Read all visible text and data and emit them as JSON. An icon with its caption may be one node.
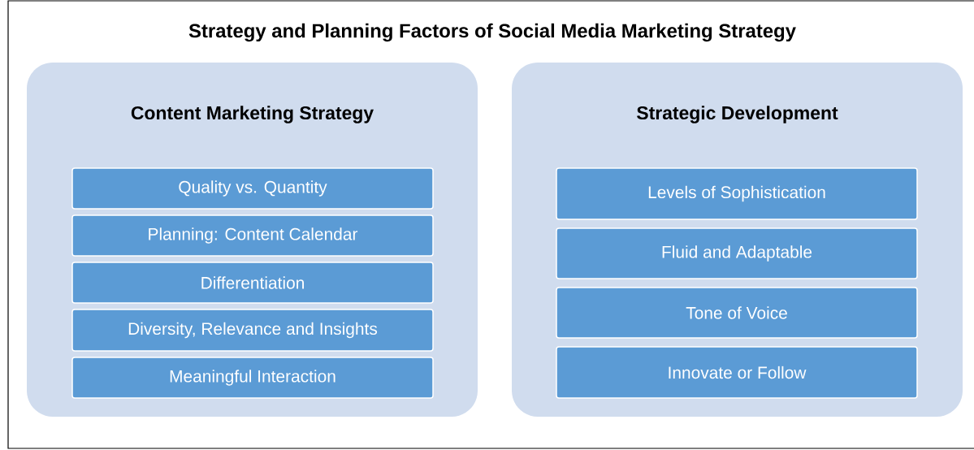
{
  "diagram": {
    "title": "Strategy and Planning Factors of Social Media Marketing Strategy",
    "nodes": [
      {
        "text": [
          "Content Marketing Strategy"
        ]
      },
      {
        "text": [
          "Quality vs. Quantity"
        ],
        "in": 0
      },
      {
        "text": [
          "Planning: Content Calendar"
        ],
        "in": 0
      },
      {
        "text": [
          "Differentiation"
        ],
        "in": 0
      },
      {
        "text": [
          "Diversity, Relevance and Insights"
        ],
        "in": 0
      },
      {
        "text": [
          "Meaningful Interaction"
        ],
        "in": 0
      },
      {
        "text": [
          "Strategic Development"
        ]
      },
      {
        "text": [
          "Levels of Sophistication"
        ],
        "in": 6
      },
      {
        "text": [
          "Fluid and Adaptable"
        ],
        "in": 6
      },
      {
        "text": [
          "Tone of Voice"
        ],
        "in": 6
      },
      {
        "text": [
          "Innovate or Follow"
        ],
        "in": 6
      }
    ],
    "edges": []
  }
}
